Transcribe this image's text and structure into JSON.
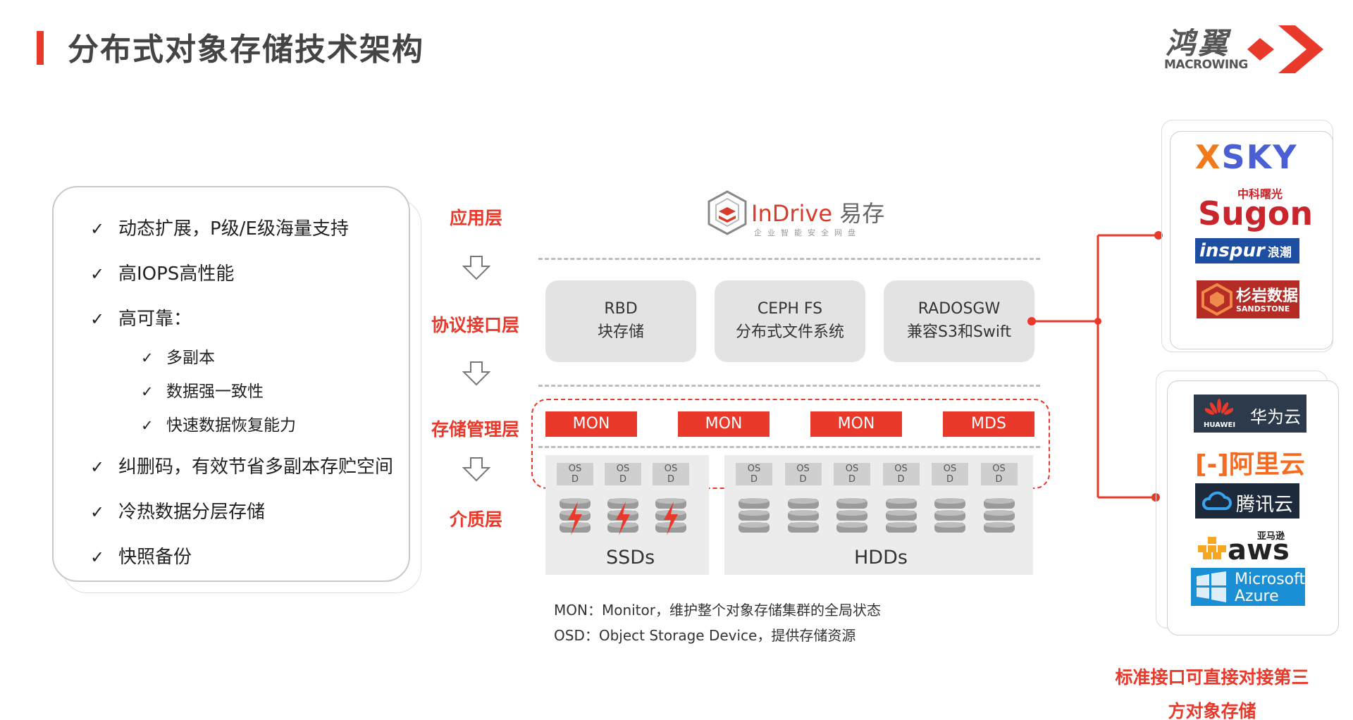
{
  "header": {
    "title": "分布式对象存储技术架构",
    "brand_cn": "鸿翼",
    "brand_en": "MACROWING"
  },
  "features": {
    "main": [
      "动态扩展，P级/E级海量支持",
      "高IOPS高性能",
      "高可靠：",
      "纠删码，有效节省多副本存贮空间",
      "冷热数据分层存储",
      "快照备份"
    ],
    "sub": [
      "多副本",
      "数据强一致性",
      "快速数据恢复能力"
    ],
    "check_mark": "✓"
  },
  "layers": {
    "app": "应用层",
    "protocol": "协议接口层",
    "storage_mgmt": "存储管理层",
    "media": "介质层"
  },
  "indrive": {
    "name_red": "InDrive",
    "name_cn": "易存",
    "tagline": "企业智能安全网盘"
  },
  "protocols": [
    {
      "line1": "RBD",
      "line2": "块存储"
    },
    {
      "line1": "CEPH FS",
      "line2": "分布式文件系统"
    },
    {
      "line1": "RADOSGW",
      "line2": "兼容S3和Swift"
    }
  ],
  "mgmt_nodes": [
    "MON",
    "MON",
    "MON",
    "MDS"
  ],
  "osd_label": "OS D",
  "media": {
    "ssd_label": "SSDs",
    "hdd_label": "HDDs",
    "ssd_count": 3,
    "hdd_count": 6
  },
  "notes": [
    "MON：Monitor，维护整个对象存储集群的全局状态",
    "OSD：Object Storage Device，提供存储资源"
  ],
  "partners_top": {
    "xsky_x": "X",
    "xsky_rest": "SKY",
    "sugon_small": "中科曙光",
    "sugon": "Sugon",
    "inspur": "inspur",
    "inspur_cn": "浪潮",
    "sandstone_cn": "杉岩数据",
    "sandstone_en": "SANDSTONE"
  },
  "partners_bottom": {
    "huawei_cn": "华为云",
    "huawei_en": "HUAWEI",
    "aliyun": "[-]阿里云",
    "tencent": "腾讯云",
    "aws_cn": "亚马逊",
    "aws": "aws",
    "azure_l1": "Microsoft",
    "azure_l2": "Azure"
  },
  "footer": {
    "line1": "标准接口可直接对接第三",
    "line2": "方对象存储"
  },
  "colors": {
    "accent": "#e8392b",
    "panel_border": "#c9c9c9",
    "protocol_bg": "#e3e3e3"
  }
}
